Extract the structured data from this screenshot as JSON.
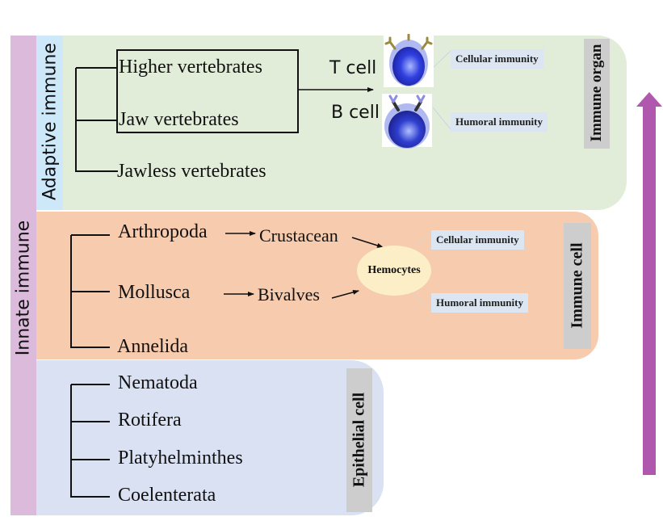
{
  "axes": {
    "innate_label": "Innate immune",
    "adaptive_label": "Adaptive immune"
  },
  "adaptive": {
    "organisms": [
      "Higher vertebrates",
      "Jaw vertebrates",
      "Jawless vertebrates"
    ],
    "cells": [
      {
        "name": "T cell",
        "icon": "t-cell-icon",
        "function": "Cellular immunity"
      },
      {
        "name": "B cell",
        "icon": "b-cell-icon",
        "function": "Humoral immunity"
      }
    ],
    "category_label": "Immune organ"
  },
  "innate_cell": {
    "organisms": [
      "Arthropoda",
      "Mollusca",
      "Annelida"
    ],
    "representatives": [
      "Crustacean",
      "Bivalves"
    ],
    "hub": "Hemocytes",
    "functions": [
      "Cellular immunity",
      "Humoral immunity"
    ],
    "category_label": "Immune cell"
  },
  "epithelial": {
    "organisms": [
      "Nematoda",
      "Rotifera",
      "Platyhelminthes",
      "Coelenterata"
    ],
    "category_label": "Epithelial cell"
  },
  "evolution_arrow": {
    "direction": "up",
    "color": "#b058ad"
  },
  "colors": {
    "innate_bar": "#dcbadc",
    "adaptive_bar": "#cde8f9",
    "adaptive_panel": "#e2edd9",
    "immune_cell_panel": "#f7cbad",
    "epithelial_panel": "#d9e1f2",
    "function_tag": "#dce6f2",
    "hub": "#fcefc8"
  }
}
